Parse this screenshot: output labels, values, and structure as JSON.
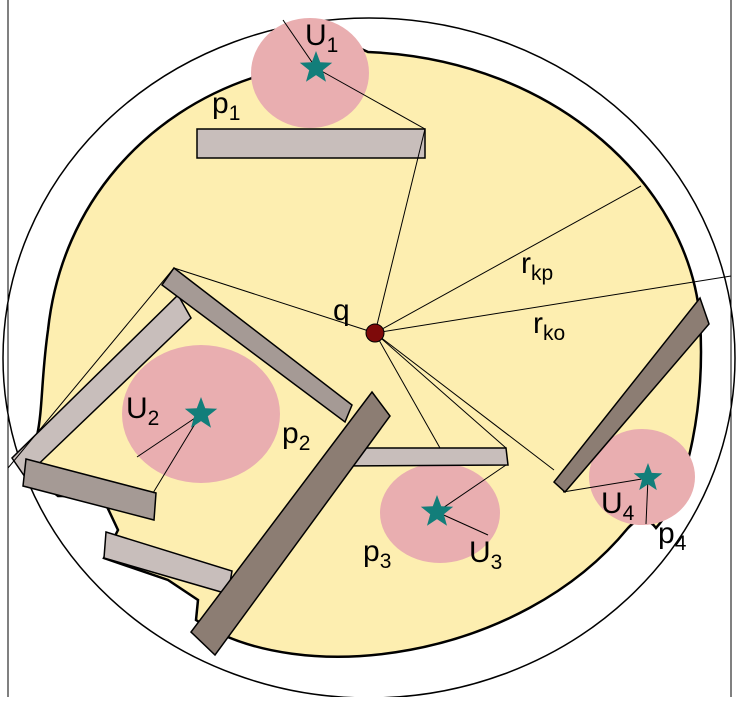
{
  "colors": {
    "region_fill": "#fdeeb0",
    "zone_fill": "#e9aeb0",
    "panel_light": "#c8bebb",
    "panel_mid": "#a59a95",
    "panel_dark": "#8c7d73",
    "star": "#127e7a",
    "point": "#7e0a0a"
  },
  "labels": {
    "q": "q",
    "r_kp": {
      "main": "r",
      "sub": "kp"
    },
    "r_ko": {
      "main": "r",
      "sub": "ko"
    },
    "p1": {
      "main": "p",
      "sub": "1"
    },
    "p2": {
      "main": "p",
      "sub": "2"
    },
    "p3": {
      "main": "p",
      "sub": "3"
    },
    "p4": {
      "main": "p",
      "sub": "4"
    },
    "u1": {
      "main": "U",
      "sub": "1"
    },
    "u2": {
      "main": "U",
      "sub": "2"
    },
    "u3": {
      "main": "U",
      "sub": "3"
    },
    "u4": {
      "main": "U",
      "sub": "4"
    }
  }
}
